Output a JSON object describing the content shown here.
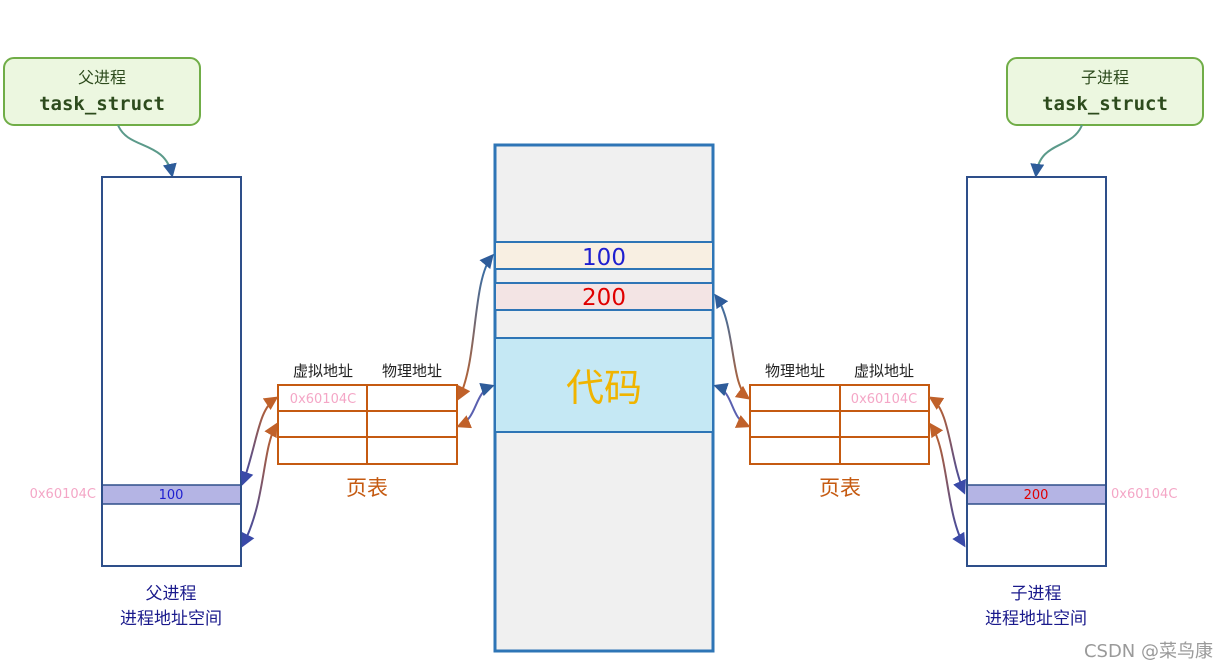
{
  "parent": {
    "bubble_line1": "父进程",
    "bubble_line2": "task_struct",
    "caption_line1": "父进程",
    "caption_line2": "进程地址空间",
    "address": "0x60104C",
    "cell_value": "100"
  },
  "child": {
    "bubble_line1": "子进程",
    "bubble_line2": "task_struct",
    "caption_line1": "子进程",
    "caption_line2": "进程地址空间",
    "address": "0x60104C",
    "cell_value": "200"
  },
  "left_page_table": {
    "header_virtual": "虚拟地址",
    "header_physical": "物理地址",
    "entry_virtual": "0x60104C",
    "title": "页表"
  },
  "right_page_table": {
    "header_physical": "物理地址",
    "header_virtual": "虚拟地址",
    "entry_virtual": "0x60104C",
    "title": "页表"
  },
  "physical_memory": {
    "value_a": "100",
    "value_b": "200",
    "code_label": "代码"
  },
  "watermark": "CSDN @菜鸟康",
  "colors": {
    "box_border": "#2e4f8a",
    "memory_border": "#2e75b6",
    "bubble_border": "#70ad47",
    "bubble_fill": "#ecf7e0",
    "table_border": "#c55a11",
    "address_text": "#f4a6c6",
    "highlight_row": "#b4b4e4",
    "code_fill": "#c5e8f4",
    "code_text": "#f0b400",
    "blue_text": "#1f1fd0",
    "red_text": "#e00000",
    "caption_text": "#1a1a8c"
  }
}
